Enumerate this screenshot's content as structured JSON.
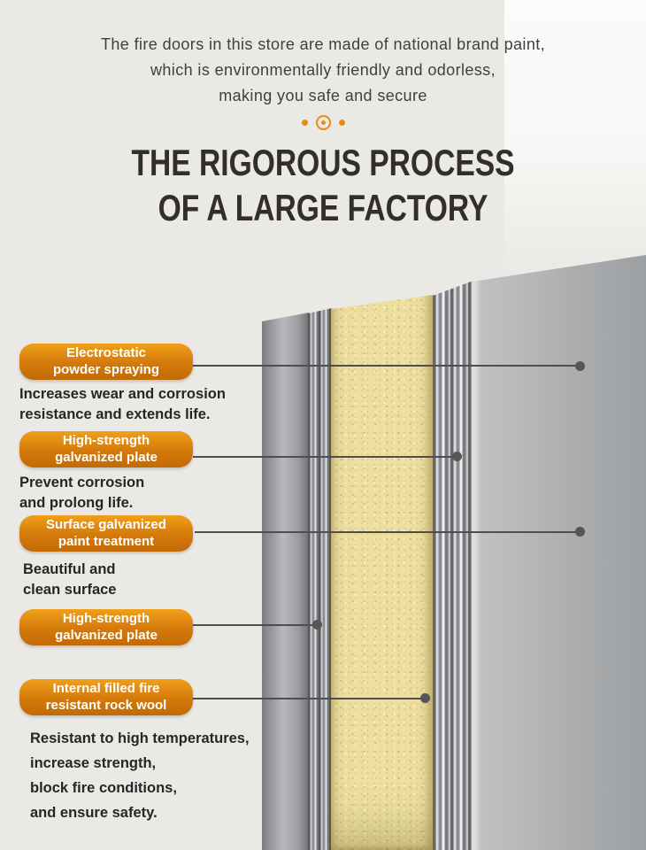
{
  "intro": {
    "lines": [
      "The fire doors in this store are made of national brand paint,",
      "which is environmentally friendly and odorless,",
      "making you safe and secure"
    ]
  },
  "title": {
    "line1": "THE RIGOROUS PROCESS",
    "line2": "OF A LARGE FACTORY"
  },
  "callouts": [
    {
      "label1": "Electrostatic",
      "label2": "powder spraying",
      "desc": [
        "Increases wear and corrosion",
        "resistance and extends life."
      ]
    },
    {
      "label1": "High-strength",
      "label2": "galvanized plate",
      "desc": [
        "Prevent corrosion",
        "and prolong life."
      ]
    },
    {
      "label1": "Surface galvanized",
      "label2": "paint treatment",
      "desc": [
        "Beautiful and",
        "clean surface"
      ]
    },
    {
      "label1": "High-strength",
      "label2": "galvanized plate",
      "desc": []
    },
    {
      "label1": "Internal filled fire",
      "label2": "resistant rock wool",
      "desc": [
        "Resistant to high temperatures,",
        "increase strength,",
        "block fire conditions,",
        "and ensure safety."
      ]
    }
  ],
  "colors": {
    "background": "#eae9e5",
    "accent_orange": "#d9820f",
    "rockwool_yellow": "#ecdf9f",
    "callout_line_gray": "#4e4e4e",
    "title_dark": "#322e2b"
  }
}
